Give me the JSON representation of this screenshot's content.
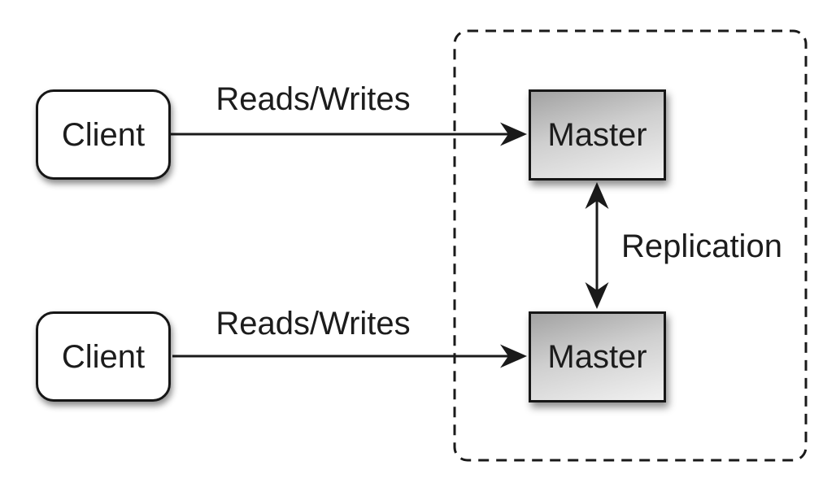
{
  "colors": {
    "background": "#ffffff",
    "stroke": "#1a1a1a",
    "client_fill": "#ffffff",
    "master_gradient_start": "#a2a2a2",
    "master_gradient_end": "#f1f1f1"
  },
  "nodes": {
    "client_top": {
      "label": "Client",
      "shape": "rounded-rect"
    },
    "client_bottom": {
      "label": "Client",
      "shape": "rounded-rect"
    },
    "master_top": {
      "label": "Master",
      "shape": "rect"
    },
    "master_bottom": {
      "label": "Master",
      "shape": "rect"
    }
  },
  "edges": {
    "reads_writes_top": {
      "label": "Reads/Writes",
      "from": "client_top",
      "to": "master_top",
      "arrows": "one-way"
    },
    "reads_writes_bottom": {
      "label": "Reads/Writes",
      "from": "client_bottom",
      "to": "master_bottom",
      "arrows": "one-way"
    },
    "replication": {
      "label": "Replication",
      "from": "master_top",
      "to": "master_bottom",
      "arrows": "two-way"
    }
  },
  "group": {
    "border_style": "dashed",
    "contains": [
      "master_top",
      "master_bottom"
    ]
  }
}
